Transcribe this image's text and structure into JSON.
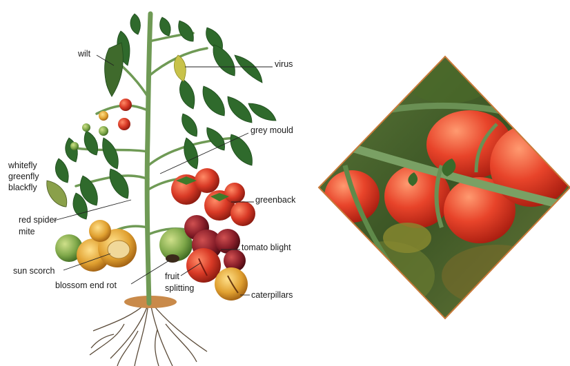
{
  "illustration": {
    "labels": {
      "wilt": "wilt",
      "virus": "virus",
      "grey_mould": "grey mould",
      "whitefly": "whitefly",
      "greenfly": "greenfly",
      "blackfly": "blackfly",
      "greenback": "greenback",
      "red_spider": "red spider",
      "mite": "mite",
      "tomato_blight": "tomato blight",
      "sun_scorch": "sun scorch",
      "fruit": "fruit",
      "splitting": "splitting",
      "blossom_end_rot": "blossom end rot",
      "caterpillars": "caterpillars"
    }
  },
  "photo": {
    "subject": "ripe tomatoes on vine",
    "frame_color": "#c87a3a"
  },
  "colors": {
    "stem": "#5f8a4a",
    "leaf": "#2f6a2c",
    "tomato_red": "#d93a26",
    "tomato_green": "#7fa84a",
    "root": "#b87a40"
  }
}
